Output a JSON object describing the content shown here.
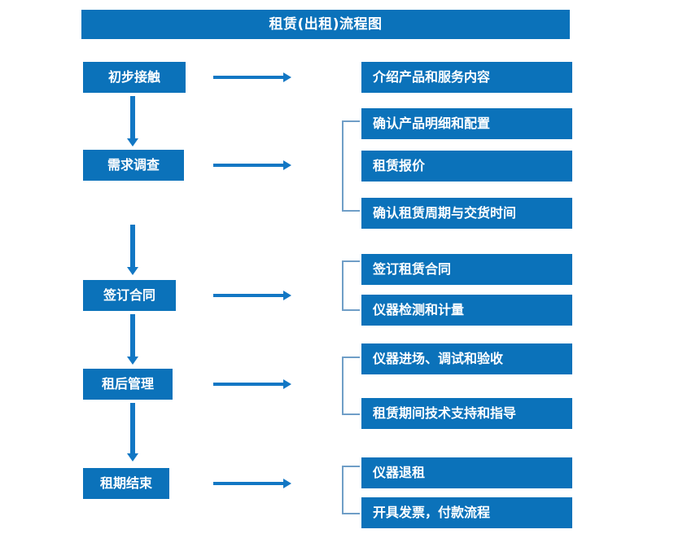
{
  "diagram": {
    "title": "租赁(出租)流程图",
    "colors": {
      "box_fill": "#0b72ba",
      "box_text": "#ffffff",
      "arrow": "#1277c4",
      "bracket": "#6f9ec7",
      "background": "#ffffff"
    },
    "stages": [
      {
        "id": "stage-1",
        "label": "初步接触"
      },
      {
        "id": "stage-2",
        "label": "需求调查"
      },
      {
        "id": "stage-3",
        "label": "签订合同"
      },
      {
        "id": "stage-4",
        "label": "租后管理"
      },
      {
        "id": "stage-5",
        "label": "租期结束"
      }
    ],
    "details": [
      {
        "id": "detail-1-1",
        "label": "介绍产品和服务内容"
      },
      {
        "id": "detail-2-1",
        "label": "确认产品明细和配置"
      },
      {
        "id": "detail-2-2",
        "label": "租赁报价"
      },
      {
        "id": "detail-2-3",
        "label": "确认租赁周期与交货时间"
      },
      {
        "id": "detail-3-1",
        "label": "签订租赁合同"
      },
      {
        "id": "detail-3-2",
        "label": "仪器检测和计量"
      },
      {
        "id": "detail-4-1",
        "label": "仪器进场、调试和验收"
      },
      {
        "id": "detail-4-2",
        "label": "租赁期间技术支持和指导"
      },
      {
        "id": "detail-5-1",
        "label": "仪器退租"
      },
      {
        "id": "detail-5-2",
        "label": "开具发票，付款流程"
      }
    ]
  }
}
